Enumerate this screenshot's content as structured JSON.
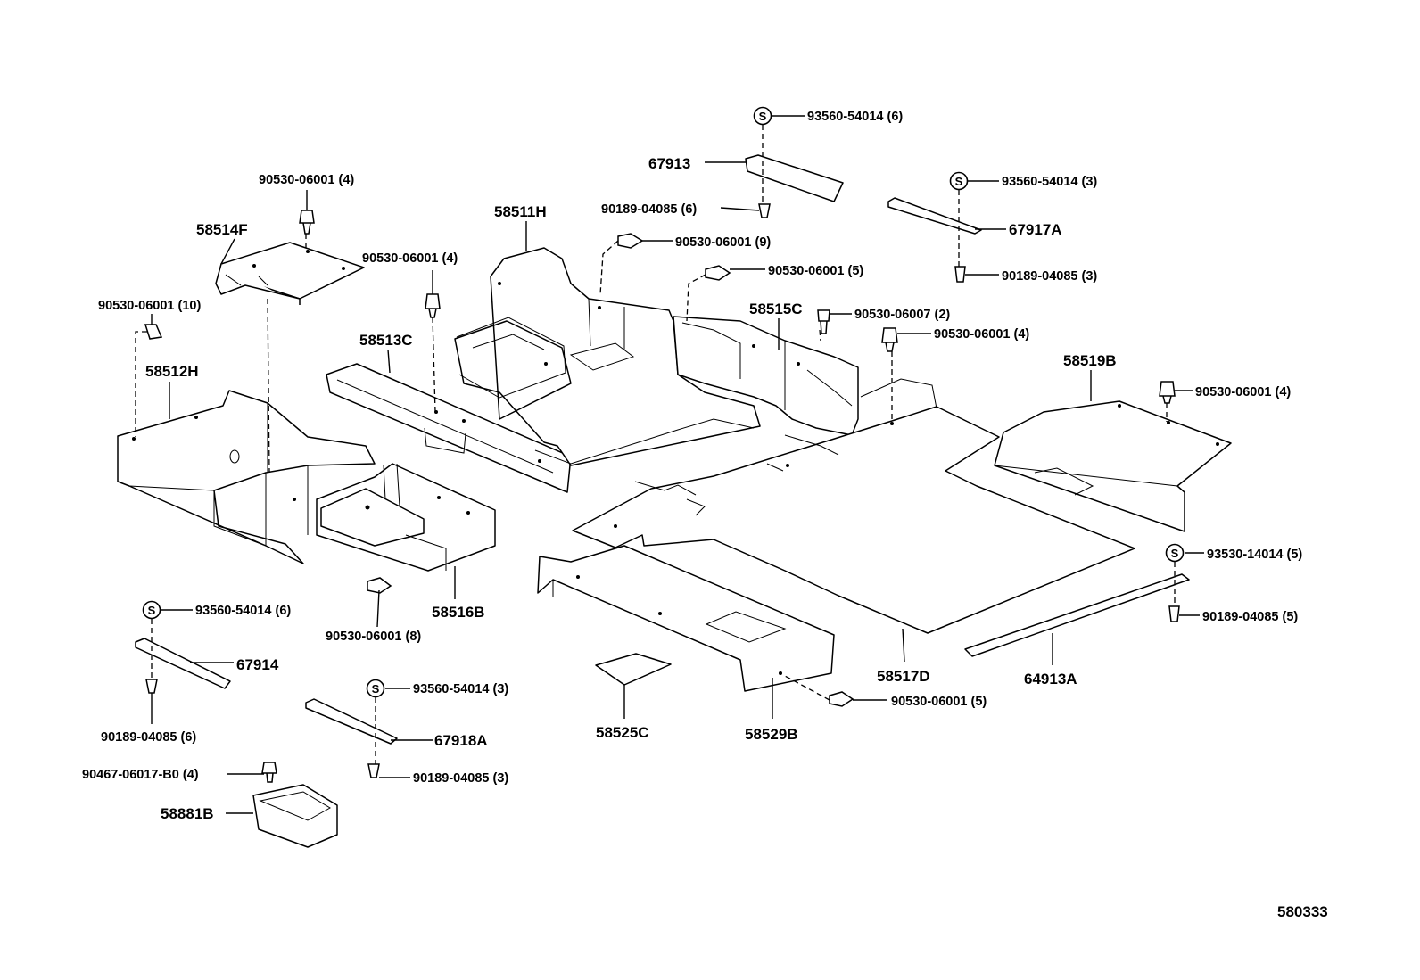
{
  "diagram": {
    "diagram_id": "580333",
    "part_labels": {
      "p58511H": "58511H",
      "p58512H": "58512H",
      "p58513C": "58513C",
      "p58514F": "58514F",
      "p58515C": "58515C",
      "p58516B": "58516B",
      "p58517D": "58517D",
      "p58519B": "58519B",
      "p58525C": "58525C",
      "p58529B": "58529B",
      "p58881B": "58881B",
      "p64913A": "64913A",
      "p67913": "67913",
      "p67914": "67914",
      "p67917A": "67917A",
      "p67918A": "67918A"
    },
    "fastener_labels": {
      "f1": "93560-54014 (6)",
      "f2": "90189-04085 (6)",
      "f3": "90530-06001 (9)",
      "f4": "93560-54014 (3)",
      "f5": "90530-06001 (5)",
      "f6": "90189-04085 (3)",
      "f7": "90530-06007 (2)",
      "f8": "90530-06001 (4)",
      "f9": "90530-06001 (4)",
      "f10": "90530-06001 (4)",
      "f11": "90530-06001 (10)",
      "f12": "90530-06001 (4)",
      "f13": "93530-14014 (5)",
      "f14": "90189-04085 (5)",
      "f15": "93560-54014 (6)",
      "f16": "90530-06001 (8)",
      "f17": "90189-04085 (6)",
      "f18": "93560-54014 (3)",
      "f19": "90530-06001 (5)",
      "f20": "90189-04085 (3)",
      "f21": "90467-06017-B0 (4)"
    },
    "s_badge": "S"
  }
}
